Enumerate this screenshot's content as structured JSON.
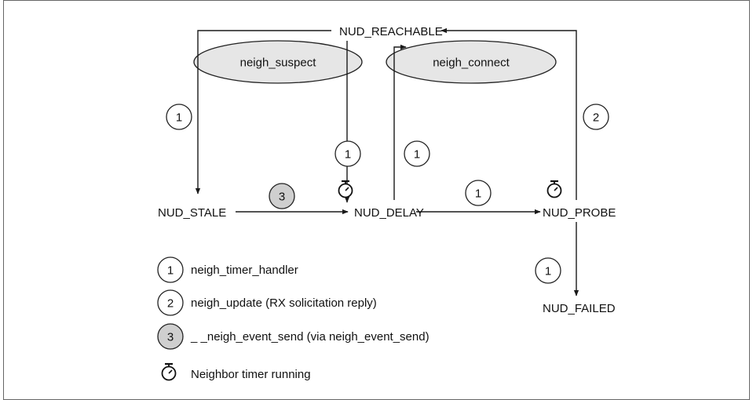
{
  "states": {
    "reachable": "NUD_REACHABLE",
    "stale": "NUD_STALE",
    "delay": "NUD_DELAY",
    "probe": "NUD_PROBE",
    "failed": "NUD_FAILED"
  },
  "regions": {
    "suspect": "neigh_suspect",
    "connect": "neigh_connect"
  },
  "markers": {
    "reachable_to_stale": "1",
    "suspect_to_delay": "1",
    "delay_to_reachable": "1",
    "probe_to_reachable": "2",
    "stale_to_delay": "3",
    "delay_to_probe": "1",
    "probe_to_failed": "1"
  },
  "legend": [
    {
      "num": "1",
      "text": "neigh_timer_handler",
      "shaded": false
    },
    {
      "num": "2",
      "text": "neigh_update (RX solicitation reply)",
      "shaded": false
    },
    {
      "num": "3",
      "text": "_ _neigh_event_send (via neigh_event_send)",
      "shaded": true
    }
  ],
  "timer_legend": "Neighbor timer running",
  "colors": {
    "ellipse_fill": "#e6e6e6",
    "shaded_circle_fill": "#cfcfcf",
    "frame": "#666666"
  }
}
